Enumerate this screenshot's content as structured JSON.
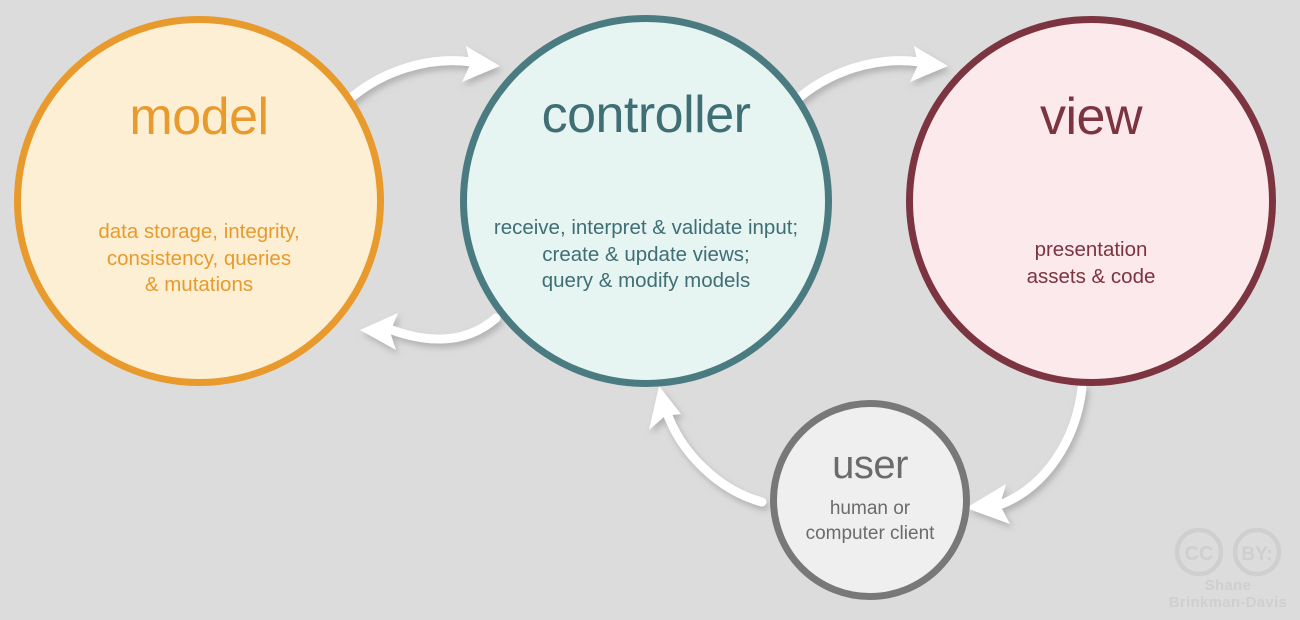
{
  "diagram": {
    "title": "MVC architecture diagram",
    "background_color": "#dcdcdc",
    "nodes": [
      {
        "id": "model",
        "title": "model",
        "description": "data storage, integrity,\nconsistency, queries\n& mutations",
        "fill_color": "#fdefd4",
        "border_color": "#e89a2c",
        "text_color": "#e89a2c"
      },
      {
        "id": "controller",
        "title": "controller",
        "description": "receive, interpret & validate input;\ncreate & update views;\nquery & modify models",
        "fill_color": "#e6f4f2",
        "border_color": "#4a7b80",
        "text_color": "#3f6e74"
      },
      {
        "id": "view",
        "title": "view",
        "description": "presentation\nassets & code",
        "fill_color": "#fbe9ec",
        "border_color": "#7b3440",
        "text_color": "#7b3440"
      },
      {
        "id": "user",
        "title": "user",
        "description": "human or\ncomputer client",
        "fill_color": "#efefef",
        "border_color": "#787878",
        "text_color": "#6b6b6b"
      }
    ],
    "arrows": [
      {
        "id": "model-to-controller",
        "from": "model",
        "to": "controller",
        "color": "#ffffff"
      },
      {
        "id": "controller-to-model",
        "from": "controller",
        "to": "model",
        "color": "#ffffff"
      },
      {
        "id": "controller-to-view",
        "from": "controller",
        "to": "view",
        "color": "#ffffff"
      },
      {
        "id": "view-to-user",
        "from": "view",
        "to": "user",
        "color": "#ffffff"
      },
      {
        "id": "user-to-controller",
        "from": "user",
        "to": "controller",
        "color": "#ffffff"
      }
    ]
  },
  "license": {
    "cc_label": "CC",
    "by_label": "BY:",
    "author_line_1": "Shane",
    "author_line_2": "Brinkman-Davis",
    "color": "#cfcfcf"
  }
}
